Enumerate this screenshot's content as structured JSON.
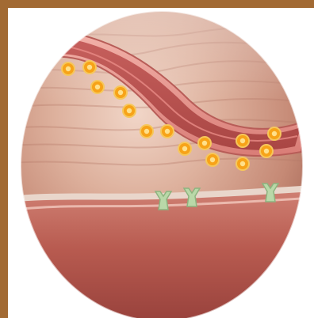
{
  "colors": {
    "frame_border": "#a26a33",
    "panel_background": "#ffffff",
    "tissue_light": "#d9a28a",
    "tissue_mid": "#c98976",
    "tissue_dark": "#8e4e3c",
    "vessel_wall": "#e58b86",
    "vessel_lumen": "#b94d4a",
    "particle_fill": "#f7a318",
    "particle_ring": "#ffe08a",
    "receptor": "#b9d8a8",
    "membrane": "#efe5dd",
    "lower_surface": "#b85b50"
  },
  "icons": {
    "particle": "orange-dotted-circle",
    "receptor": "green-y-shaped-receptor"
  },
  "diagram": {
    "elements": [
      "oval-tissue-cross-section",
      "curved-blood-vessel",
      "orange-particles",
      "green-receptors",
      "lower-tissue-layer"
    ]
  }
}
